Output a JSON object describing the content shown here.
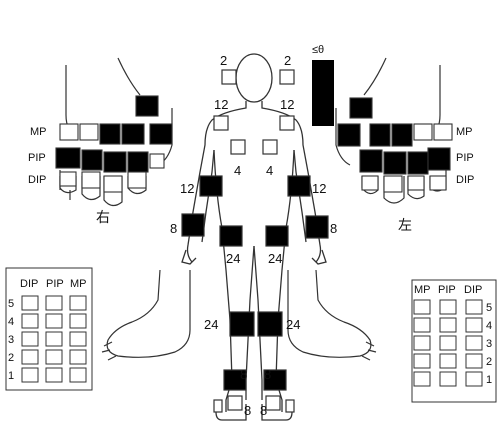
{
  "joint_counts": {
    "jaw": "2",
    "shoulder": "12",
    "sternoclavicular": "4",
    "elbow": "12",
    "wrist": "8",
    "hip": "24",
    "knee": "24",
    "ankle": "8"
  },
  "right_hand": {
    "label": "右",
    "row_labels": [
      "MP",
      "PIP",
      "DIP"
    ]
  },
  "left_hand": {
    "label": "左",
    "row_labels": [
      "MP",
      "PIP",
      "DIP"
    ]
  },
  "foot_grid_left": {
    "headers": [
      "DIP",
      "PIP",
      "MP"
    ],
    "rows": [
      "5",
      "4",
      "3",
      "2",
      "1"
    ]
  },
  "foot_grid_right": {
    "headers": [
      "MP",
      "PIP",
      "DIP"
    ],
    "rows": [
      "5",
      "4",
      "3",
      "2",
      "1"
    ]
  },
  "scale_label": "≤θ",
  "colors": {
    "filled": "#000000",
    "empty": "#ffffff",
    "line": "#333333"
  }
}
